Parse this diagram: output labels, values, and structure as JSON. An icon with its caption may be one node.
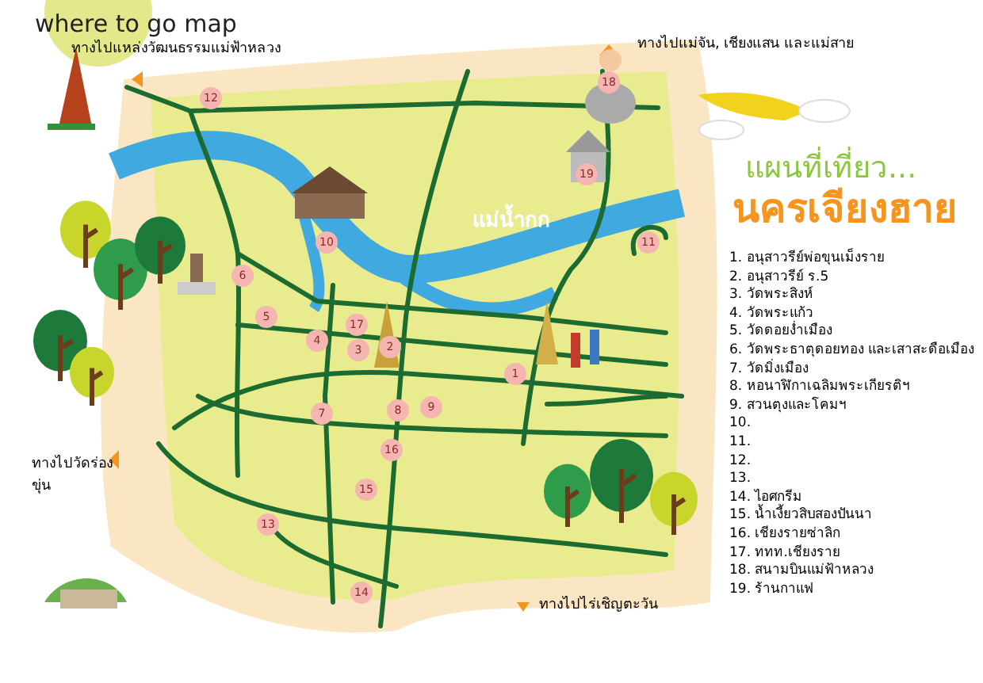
{
  "diagram": {
    "title": "where to go map",
    "nodes": [
      {
        "text": [
          "18"
        ]
      },
      {
        "text": [
          "12"
        ]
      },
      {
        "text": [
          "19"
        ]
      },
      {
        "text": [
          "10"
        ]
      },
      {
        "text": [
          "11"
        ]
      },
      {
        "text": [
          "6"
        ]
      },
      {
        "text": [
          "5"
        ]
      },
      {
        "text": [
          "17"
        ]
      },
      {
        "text": [
          "4"
        ]
      },
      {
        "text": [
          "3"
        ]
      },
      {
        "text": [
          "2"
        ]
      },
      {
        "text": [
          "1"
        ]
      },
      {
        "text": [
          "7"
        ]
      },
      {
        "text": [
          "8"
        ]
      },
      {
        "text": [
          "9"
        ]
      },
      {
        "text": [
          "16"
        ]
      },
      {
        "text": [
          "15"
        ]
      },
      {
        "text": [
          "13"
        ]
      },
      {
        "text": [
          "14"
        ]
      }
    ],
    "labels": [
      "ทางไปแหล่งวัฒนธรรมแม่ฟ้าหลวง",
      "ทางไปแม่จัน, เชียงแสน และแม่สาย",
      "แม่น้ำกก",
      "แผนที่เที่ยว...",
      "นครเจียงฮาย",
      "1. อนุสาวรีย์พ่อขุนเม็งราย",
      "2. อนุสาวรีย์ ร.5",
      "3. วัดพระสิงห์",
      "4. วัดพระแก้ว",
      "5. วัดดอยง่ำเมือง",
      "6. วัดพระธาตุดอยทอง และเสาสะดือเมือง",
      "7. วัดมิ่งเมือง",
      "8. หอนาฬิกาเฉลิมพระเกียรติฯ",
      "9. สวนตุงและโคมฯ",
      "10.",
      "11.",
      "12.",
      "13.",
      "14. ไอศกรีม",
      "15. น้ำเงี้ยวสิบสองปันนา",
      "16. เชียงรายซ่าลิก",
      "17. ททท.เชียงราย",
      "18. สนามบินแม่ฟ้าหลวง",
      "19. ร้านกาแฟ",
      "ทางไปวัดร่องขุ่น",
      "ทางไปไร่เชิญตะวัน"
    ]
  }
}
